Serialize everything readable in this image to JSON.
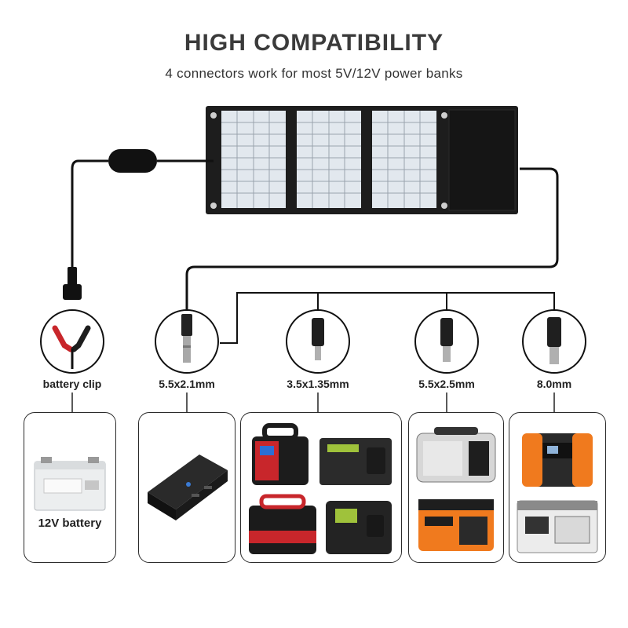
{
  "header": {
    "title": "HIGH COMPATIBILITY",
    "subtitle": "4 connectors work for most 5V/12V power banks"
  },
  "connectors": [
    {
      "label": "battery clip",
      "icon": "battery-clip-icon"
    },
    {
      "label": "5.5x2.1mm",
      "icon": "dc-plug-icon"
    },
    {
      "label": "3.5x1.35mm",
      "icon": "dc-socket-small-icon"
    },
    {
      "label": "5.5x2.5mm",
      "icon": "dc-socket-medium-icon"
    },
    {
      "label": "8.0mm",
      "icon": "dc-socket-large-icon"
    }
  ],
  "devices": {
    "battery_label": "12V battery"
  },
  "colors": {
    "panel": "#1d1d1d",
    "cell": "#dfe6ec",
    "cable": "#111111",
    "accent_orange": "#f07a1e",
    "accent_red": "#c8262b"
  }
}
